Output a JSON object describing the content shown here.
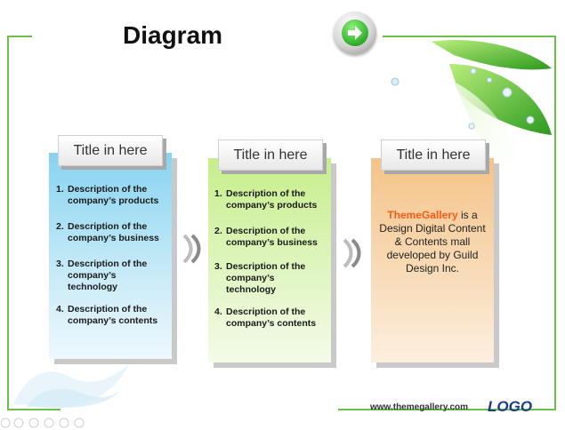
{
  "title": "Diagram",
  "panels": [
    {
      "title": "Title in here",
      "items": [
        {
          "num": "1.",
          "text": "Description of the company’s products"
        },
        {
          "num": "2.",
          "text": "Description of the company’s business"
        },
        {
          "num": "3.",
          "text": "Description of the company’s technology"
        },
        {
          "num": "4.",
          "text": "Description of the company’s contents"
        }
      ]
    },
    {
      "title": "Title in here",
      "items": [
        {
          "num": "1.",
          "text": "Description of the company’s products"
        },
        {
          "num": "2.",
          "text": "Description of the company’s business"
        },
        {
          "num": "3.",
          "text": "Description of the company’s technology"
        },
        {
          "num": "4.",
          "text": "Description of the company’s contents"
        }
      ]
    },
    {
      "title": "Title in here",
      "brand": "ThemeGallery",
      "body": " is a Design Digital Content & Contents mall developed by Guild Design Inc."
    }
  ],
  "footer": {
    "url": "www.themegallery.com",
    "logo": "LOGO"
  },
  "colors": {
    "frame": "#6cc04a",
    "panel1": "#87d3f0",
    "panel2": "#c6ee8a",
    "panel3": "#f4c389",
    "brand": "#ff5a14",
    "logo": "#1a3a8c"
  },
  "icons": [
    "next-arrow-icon",
    "leaf-decoration",
    "chevron-waves-icon",
    "slideshow-nav-icons"
  ]
}
